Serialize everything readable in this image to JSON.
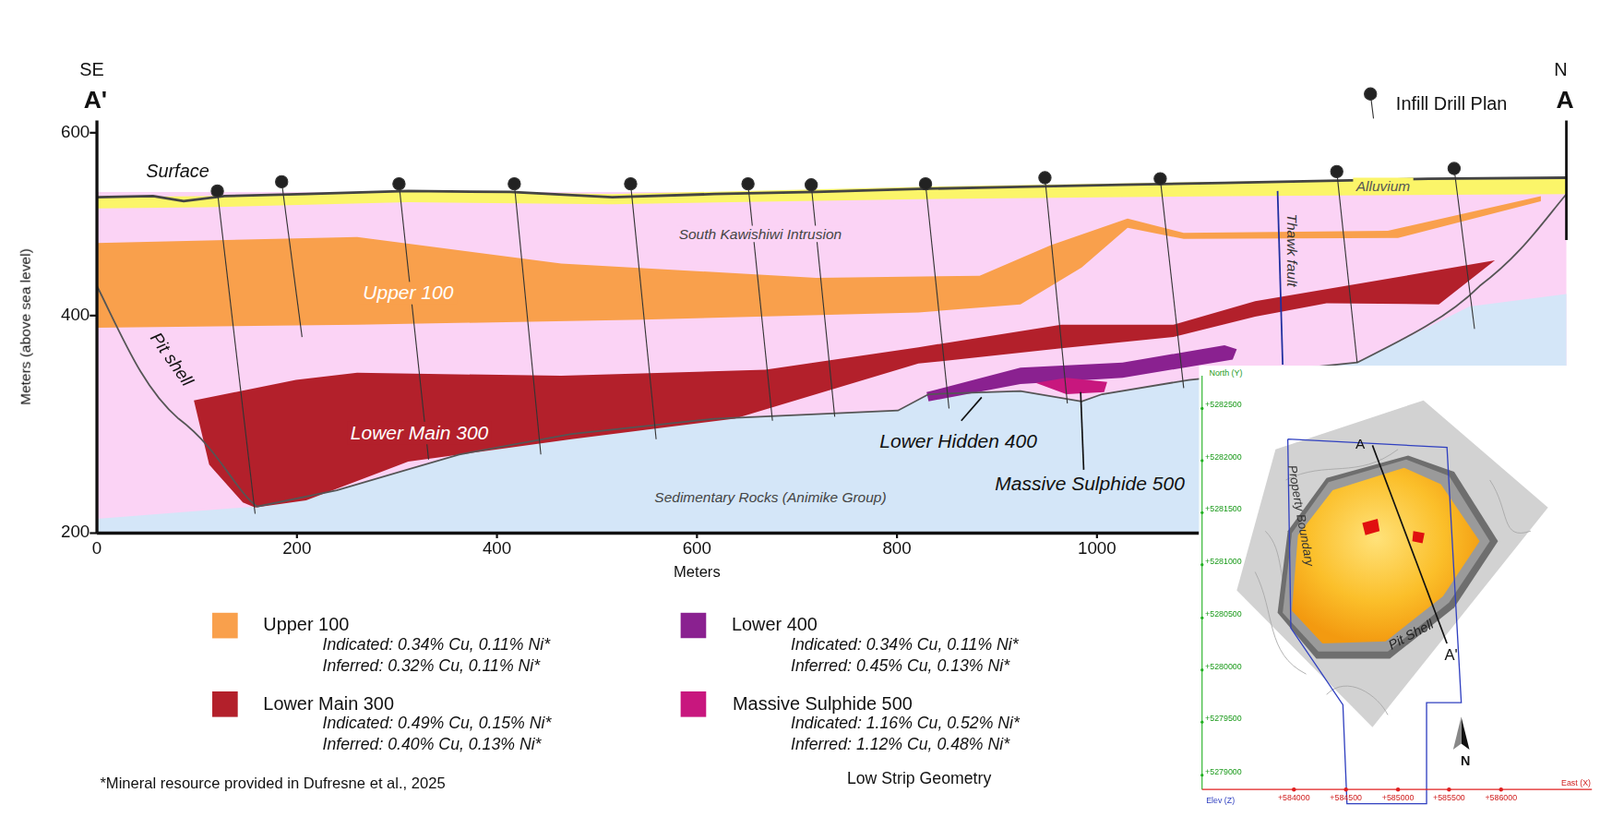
{
  "diagram": {
    "nodes": [
      {
        "text": [
          "Alluvium"
        ]
      },
      {
        "text": [
          "South Kawishiwi Intrusion"
        ]
      },
      {
        "text": [
          "Upper 100"
        ]
      },
      {
        "text": [
          "Lower Main 300"
        ]
      },
      {
        "text": [
          "Sedimentary Rocks (Animike Group)"
        ]
      }
    ],
    "labels": [
      "SE",
      "A'",
      "N",
      "A",
      "Infill Drill Plan",
      "600",
      "400",
      "200",
      "Meters (above sea level)",
      "Surface",
      "Pit shell",
      "Thawk fault",
      "Lower Hidden 400",
      "Massive Sulphide 500",
      "0",
      "200",
      "400",
      "600",
      "800",
      "1000",
      "Meters",
      "Indicated: 0.34% Cu, 0.11% Ni*",
      "Inferred: 0.32% Cu, 0.11% Ni*",
      "Indicated: 0.49% Cu, 0.15% Ni*",
      "Inferred: 0.40% Cu, 0.13% Ni*",
      "Indicated: 0.34% Cu, 0.11% Ni*",
      "Inferred: 0.45% Cu, 0.13% Ni*",
      "Indicated: 1.16% Cu, 0.52% Ni*",
      "Inferred: 1.12% Cu, 0.48% Ni*",
      "*Mineral resource provided in Dufresne et al., 2025",
      "Low Strip Geometry",
      "North (Y)",
      "+5282500",
      "+5282000",
      "+5281500",
      "+5281000",
      "+5280500",
      "+5280000",
      "+5279500",
      "+5279000",
      "Property Boundary",
      "A",
      "Pit Shell",
      "A'",
      "N",
      "Elev (Z)",
      "East (X)",
      "+584000",
      "+584500",
      "+585000",
      "+585500",
      "+586000"
    ],
    "legend": [
      {
        "text": "Upper 100",
        "color": "#f9a04c"
      },
      {
        "text": "Lower Main 300",
        "color": "#b3202b"
      },
      {
        "text": "Lower 400",
        "color": "#8a2190"
      },
      {
        "text": "Massive Sulphide 500",
        "color": "#c8177e"
      }
    ]
  }
}
